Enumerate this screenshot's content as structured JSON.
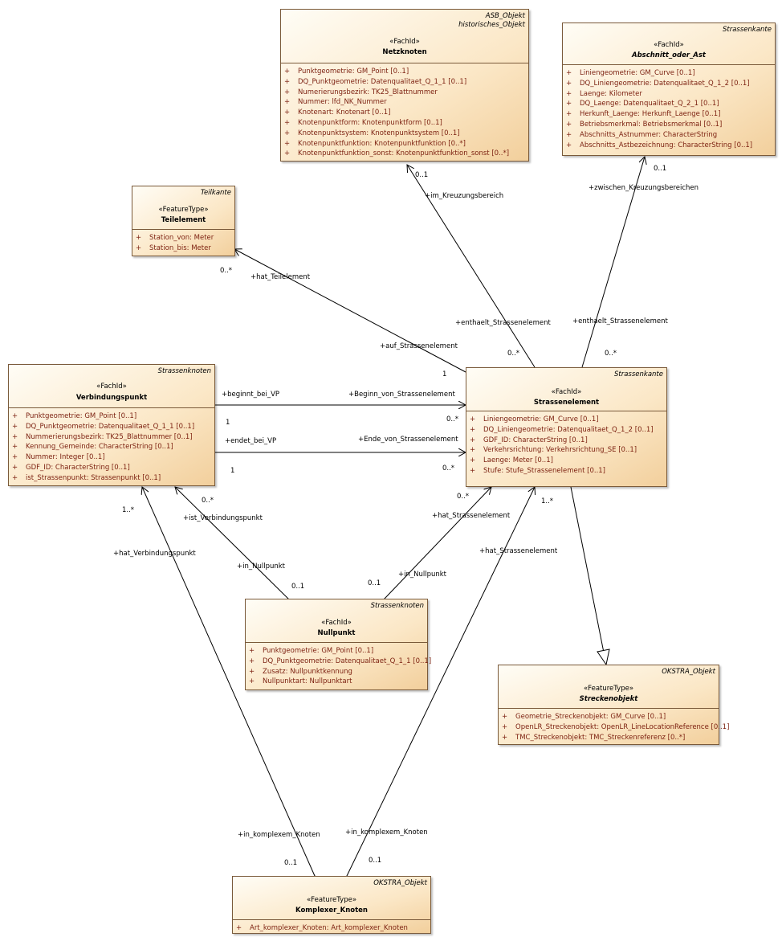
{
  "classes": {
    "netzknoten": {
      "parents": [
        "ASB_Objekt",
        "historisches_Objekt"
      ],
      "stereotype": "«FachId»",
      "name": "Netzknoten",
      "attributes": [
        "Punktgeometrie: GM_Point [0..1]",
        "DQ_Punktgeometrie: Datenqualitaet_Q_1_1 [0..1]",
        "Numerierungsbezirk: TK25_Blattnummer",
        "Nummer: lfd_NK_Nummer",
        "Knotenart: Knotenart [0..1]",
        "Knotenpunktform: Knotenpunktform [0..1]",
        "Knotenpunktsystem: Knotenpunktsystem [0..1]",
        "Knotenpunktfunktion: Knotenpunktfunktion [0..*]",
        "Knotenpunktfunktion_sonst: Knotenpunktfunktion_sonst [0..*]"
      ]
    },
    "abschnitt": {
      "parent": "Strassenkante",
      "stereotype": "«FachId»",
      "name": "Abschnitt_oder_Ast",
      "attributes": [
        "Liniengeometrie: GM_Curve [0..1]",
        "DQ_Liniengeometrie: Datenqualitaet_Q_1_2 [0..1]",
        "Laenge: Kilometer",
        "DQ_Laenge: Datenqualitaet_Q_2_1 [0..1]",
        "Herkunft_Laenge: Herkunft_Laenge [0..1]",
        "Betriebsmerkmal: Betriebsmerkmal [0..1]",
        "Abschnitts_Astnummer: CharacterString",
        "Abschnitts_Astbezeichnung: CharacterString [0..1]"
      ]
    },
    "teilelement": {
      "parent": "Teilkante",
      "stereotype": "«FeatureType»",
      "name": "Teilelement",
      "attributes": [
        "Station_von: Meter",
        "Station_bis: Meter"
      ]
    },
    "verbindungspunkt": {
      "parent": "Strassenknoten",
      "stereotype": "«FachId»",
      "name": "Verbindungspunkt",
      "attributes": [
        "Punktgeometrie: GM_Point [0..1]",
        "DQ_Punktgeometrie: Datenqualitaet_Q_1_1 [0..1]",
        "Nummerierungsbezirk: TK25_Blattnummer [0..1]",
        "Kennung_Gemeinde: CharacterString [0..1]",
        "Nummer: Integer [0..1]",
        "GDF_ID: CharacterString [0..1]",
        "ist_Strassenpunkt: Strassenpunkt [0..1]"
      ]
    },
    "strassenelement": {
      "parent": "Strassenkante",
      "stereotype": "«FachId»",
      "name": "Strassenelement",
      "attributes": [
        "Liniengeometrie: GM_Curve [0..1]",
        "DQ_Liniengeometrie: Datenqualitaet_Q_1_2 [0..1]",
        "GDF_ID: CharacterString [0..1]",
        "Verkehrsrichtung: Verkehrsrichtung_SE [0..1]",
        "Laenge: Meter [0..1]",
        "Stufe: Stufe_Strassenelement [0..1]"
      ]
    },
    "nullpunkt": {
      "parent": "Strassenknoten",
      "stereotype": "«FachId»",
      "name": "Nullpunkt",
      "attributes": [
        "Punktgeometrie: GM_Point [0..1]",
        "DQ_Punktgeometrie: Datenqualitaet_Q_1_1 [0..1]",
        "Zusatz: Nullpunktkennung",
        "Nullpunktart: Nullpunktart"
      ]
    },
    "streckenobjekt": {
      "parent": "OKSTRA_Objekt",
      "stereotype": "«FeatureType»",
      "name": "Streckenobjekt",
      "attributes": [
        "Geometrie_Streckenobjekt: GM_Curve [0..1]",
        "OpenLR_Streckenobjekt: OpenLR_LineLocationReference [0..1]",
        "TMC_Streckenobjekt: TMC_Streckenreferenz [0..*]"
      ]
    },
    "komplexer": {
      "parent": "OKSTRA_Objekt",
      "stereotype": "«FeatureType»",
      "name": "Komplexer_Knoten",
      "attributes": [
        "Art_komplexer_Knoten: Art_komplexer_Knoten"
      ]
    }
  },
  "labels": {
    "im_kreuzungsbereich": "+im_Kreuzungsbereich",
    "zwischen_kreuzungsbereichen": "+zwischen_Kreuzungsbereichen",
    "hat_teilelement": "+hat_Teilelement",
    "enthaelt_1": "+enthaelt_Strassenelement",
    "enthaelt_2": "+enthaelt_Strassenelement",
    "auf_strassenelement": "+auf_Strassenelement",
    "beginnt_bei_vp": "+beginnt_bei_VP",
    "beginn_von_se": "+Beginn_von_Strassenelement",
    "endet_bei_vp": "+endet_bei_VP",
    "ende_von_se": "+Ende_von_Strassenelement",
    "ist_verbindungspunkt": "+ist_Verbindungspunkt",
    "hat_verbindungspunkt": "+hat_Verbindungspunkt",
    "in_nullpunkt_1": "+in_Nullpunkt",
    "in_nullpunkt_2": "+in_Nullpunkt",
    "hat_se_1": "+hat_Strassenelement",
    "hat_se_2": "+hat_Strassenelement",
    "in_komplexem_1": "+in_komplexem_Knoten",
    "in_komplexem_2": "+in_komplexem_Knoten"
  },
  "multiplicities": {
    "m_nk": "0..1",
    "m_ab": "0..1",
    "m_te": "0..*",
    "m_enth1": "0..*",
    "m_enth2": "0..*",
    "m_auf": "1",
    "m_beg_vp": "1",
    "m_beg_se": "0..*",
    "m_end_vp": "1",
    "m_end_se": "0..*",
    "m_vp_left": "1..*",
    "m_vp_mid": "0..*",
    "m_np1": "0..1",
    "m_np2": "0..1",
    "m_se_a": "0..*",
    "m_se_b": "1..*",
    "m_kk1": "0..1",
    "m_kk2": "0..1"
  }
}
